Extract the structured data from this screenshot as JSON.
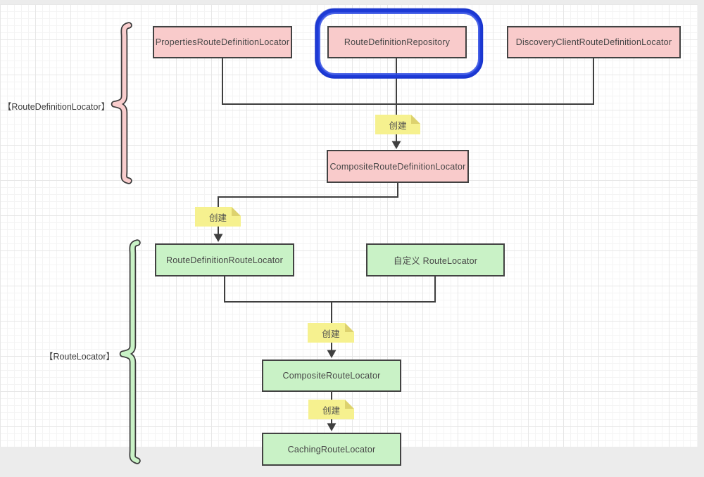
{
  "diagram": {
    "groups": [
      {
        "id": "route-definition-locator",
        "label": "【RouteDefinitionLocator】",
        "brace_color": "#f9cdcd"
      },
      {
        "id": "route-locator",
        "label": "【RouteLocator】",
        "brace_color": "#c9f2c6"
      }
    ],
    "nodes": {
      "properties_route_definition_locator": {
        "label": "PropertiesRouteDefinitionLocator",
        "type": "pink"
      },
      "route_definition_repository": {
        "label": "RouteDefinitionRepository",
        "type": "pink",
        "highlighted": true
      },
      "discovery_client_route_definition_locator": {
        "label": "DiscoveryClientRouteDefinitionLocator",
        "type": "pink"
      },
      "composite_route_definition_locator": {
        "label": "CompositeRouteDefinitionLocator",
        "type": "pink"
      },
      "route_definition_route_locator": {
        "label": "RouteDefinitionRouteLocator",
        "type": "green"
      },
      "custom_route_locator": {
        "label": "自定义 RouteLocator",
        "type": "green"
      },
      "composite_route_locator": {
        "label": "CompositeRouteLocator",
        "type": "green"
      },
      "caching_route_locator": {
        "label": "CachingRouteLocator",
        "type": "green"
      }
    },
    "notes": [
      {
        "label": "创建"
      },
      {
        "label": "创建"
      },
      {
        "label": "创建"
      },
      {
        "label": "创建"
      }
    ],
    "colors": {
      "pink_fill": "#f9cbcb",
      "green_fill": "#c9f2c6",
      "note_fill": "#f6f18f",
      "note_fold": "#ddd26e",
      "highlight_blue": "#1d3ad6",
      "line": "#3f3f3f",
      "border": "#424242"
    }
  }
}
